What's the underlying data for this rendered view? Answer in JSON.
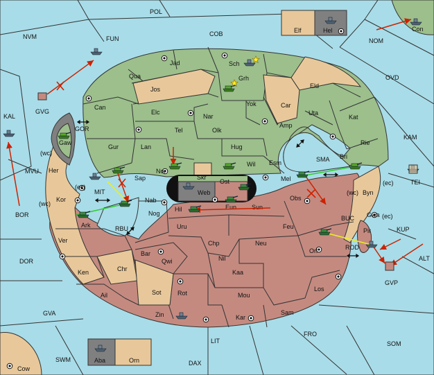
{
  "colors": {
    "sea": "#a8dce8",
    "green_power": "#9cbf8c",
    "red_power": "#c48a80",
    "neutral": "#e8c89a",
    "gray_power": "#808080",
    "order_arrow": "#cc2200",
    "support_line": "#33cc33",
    "convoy_line": "#eeee22"
  },
  "sea_labels": [
    {
      "id": "pol",
      "label": "POL"
    },
    {
      "id": "cob",
      "label": "COB"
    },
    {
      "id": "nvm",
      "label": "NVM"
    },
    {
      "id": "fun",
      "label": "FUN"
    },
    {
      "id": "nom",
      "label": "NOM"
    },
    {
      "id": "ovd",
      "label": "OVD"
    },
    {
      "id": "kal",
      "label": "KAL"
    },
    {
      "id": "kam",
      "label": "KAM"
    },
    {
      "id": "gor",
      "label": "GOR"
    },
    {
      "id": "mvu",
      "label": "MVU"
    },
    {
      "id": "sma",
      "label": "SMA"
    },
    {
      "id": "mit",
      "label": "MIT"
    },
    {
      "id": "bor",
      "label": "BOR"
    },
    {
      "id": "rbu",
      "label": "RBU"
    },
    {
      "id": "buc",
      "label": "BUC"
    },
    {
      "id": "kup",
      "label": "KUP"
    },
    {
      "id": "rod",
      "label": "ROD"
    },
    {
      "id": "alt",
      "label": "ALT"
    },
    {
      "id": "dor",
      "label": "DOR"
    },
    {
      "id": "gva",
      "label": "GVA"
    },
    {
      "id": "fro",
      "label": "FRO"
    },
    {
      "id": "lit",
      "label": "LIT"
    },
    {
      "id": "som",
      "label": "SOM"
    },
    {
      "id": "swm",
      "label": "SWM"
    },
    {
      "id": "dax",
      "label": "DAX"
    }
  ],
  "land_labels": [
    {
      "id": "jad",
      "label": "Jad"
    },
    {
      "id": "sch",
      "label": "Sch"
    },
    {
      "id": "qua",
      "label": "Qua"
    },
    {
      "id": "jos",
      "label": "Jos"
    },
    {
      "id": "grh",
      "label": "Grh"
    },
    {
      "id": "eld",
      "label": "Eld"
    },
    {
      "id": "can",
      "label": "Can"
    },
    {
      "id": "yok",
      "label": "Yok"
    },
    {
      "id": "car",
      "label": "Car"
    },
    {
      "id": "uta",
      "label": "Uta"
    },
    {
      "id": "elc",
      "label": "Elc"
    },
    {
      "id": "nar",
      "label": "Nar"
    },
    {
      "id": "kat",
      "label": "Kat"
    },
    {
      "id": "tel",
      "label": "Tel"
    },
    {
      "id": "olk",
      "label": "Olk"
    },
    {
      "id": "amp",
      "label": "Amp"
    },
    {
      "id": "gaw",
      "label": "Gaw"
    },
    {
      "id": "gur",
      "label": "Gur"
    },
    {
      "id": "lan",
      "label": "Lan"
    },
    {
      "id": "hug",
      "label": "Hug"
    },
    {
      "id": "rie",
      "label": "Rie"
    },
    {
      "id": "her",
      "label": "Her"
    },
    {
      "id": "nor",
      "label": "Nor"
    },
    {
      "id": "wil",
      "label": "Wil"
    },
    {
      "id": "esm",
      "label": "Esm"
    },
    {
      "id": "bri",
      "label": "Bri"
    },
    {
      "id": "skr",
      "label": "Skr"
    },
    {
      "id": "sap",
      "label": "Sap"
    },
    {
      "id": "web",
      "label": "Web"
    },
    {
      "id": "ost",
      "label": "Ost"
    },
    {
      "id": "mel",
      "label": "Mel"
    },
    {
      "id": "byn",
      "label": "Byn"
    },
    {
      "id": "kor",
      "label": "Kor"
    },
    {
      "id": "nab",
      "label": "Nab"
    },
    {
      "id": "obs",
      "label": "Obs"
    },
    {
      "id": "eun",
      "label": "Eun"
    },
    {
      "id": "sun",
      "label": "Sun"
    },
    {
      "id": "hil",
      "label": "Hil"
    },
    {
      "id": "gwa",
      "label": "Gwa"
    },
    {
      "id": "nog",
      "label": "Nog"
    },
    {
      "id": "ark",
      "label": "Ark"
    },
    {
      "id": "uru",
      "label": "Uru"
    },
    {
      "id": "feu",
      "label": "Feu"
    },
    {
      "id": "pir",
      "label": "Pir"
    },
    {
      "id": "chp",
      "label": "Chp"
    },
    {
      "id": "neu",
      "label": "Neu"
    },
    {
      "id": "ver",
      "label": "Ver"
    },
    {
      "id": "bar",
      "label": "Bar"
    },
    {
      "id": "orl",
      "label": "Orl"
    },
    {
      "id": "qwi",
      "label": "Qwi"
    },
    {
      "id": "nil",
      "label": "Nil"
    },
    {
      "id": "chr",
      "label": "Chr"
    },
    {
      "id": "ken",
      "label": "Ken"
    },
    {
      "id": "kaa",
      "label": "Kaa"
    },
    {
      "id": "los",
      "label": "Los"
    },
    {
      "id": "ail",
      "label": "Ail"
    },
    {
      "id": "sot",
      "label": "Sot"
    },
    {
      "id": "rot",
      "label": "Rot"
    },
    {
      "id": "mou",
      "label": "Mou"
    },
    {
      "id": "sam",
      "label": "Sam"
    },
    {
      "id": "zin",
      "label": "Zin"
    },
    {
      "id": "kar",
      "label": "Kar"
    },
    {
      "id": "con",
      "label": "Con"
    },
    {
      "id": "gvg",
      "label": "GVG"
    },
    {
      "id": "gvp",
      "label": "GVP"
    },
    {
      "id": "tei",
      "label": "TEI"
    },
    {
      "id": "cow",
      "label": "Cow"
    }
  ],
  "home_boxes": [
    {
      "id": "elf",
      "label": "Elf"
    },
    {
      "id": "hel",
      "label": "Hel"
    },
    {
      "id": "aba",
      "label": "Aba"
    },
    {
      "id": "orn",
      "label": "Orn"
    }
  ],
  "coast_labels": [
    {
      "id": "wc1",
      "label": "(wc)"
    },
    {
      "id": "ec1",
      "label": "(ec)"
    },
    {
      "id": "wc2",
      "label": "(wc)"
    },
    {
      "id": "wc3",
      "label": "(wc)"
    },
    {
      "id": "ec2",
      "label": "(ec)"
    },
    {
      "id": "ec3",
      "label": "(ec)"
    }
  ],
  "units": {
    "green_army": 6,
    "red_army": 7,
    "fleet": 9,
    "dislodged_marks": 2,
    "failed_order_marks": 3
  }
}
